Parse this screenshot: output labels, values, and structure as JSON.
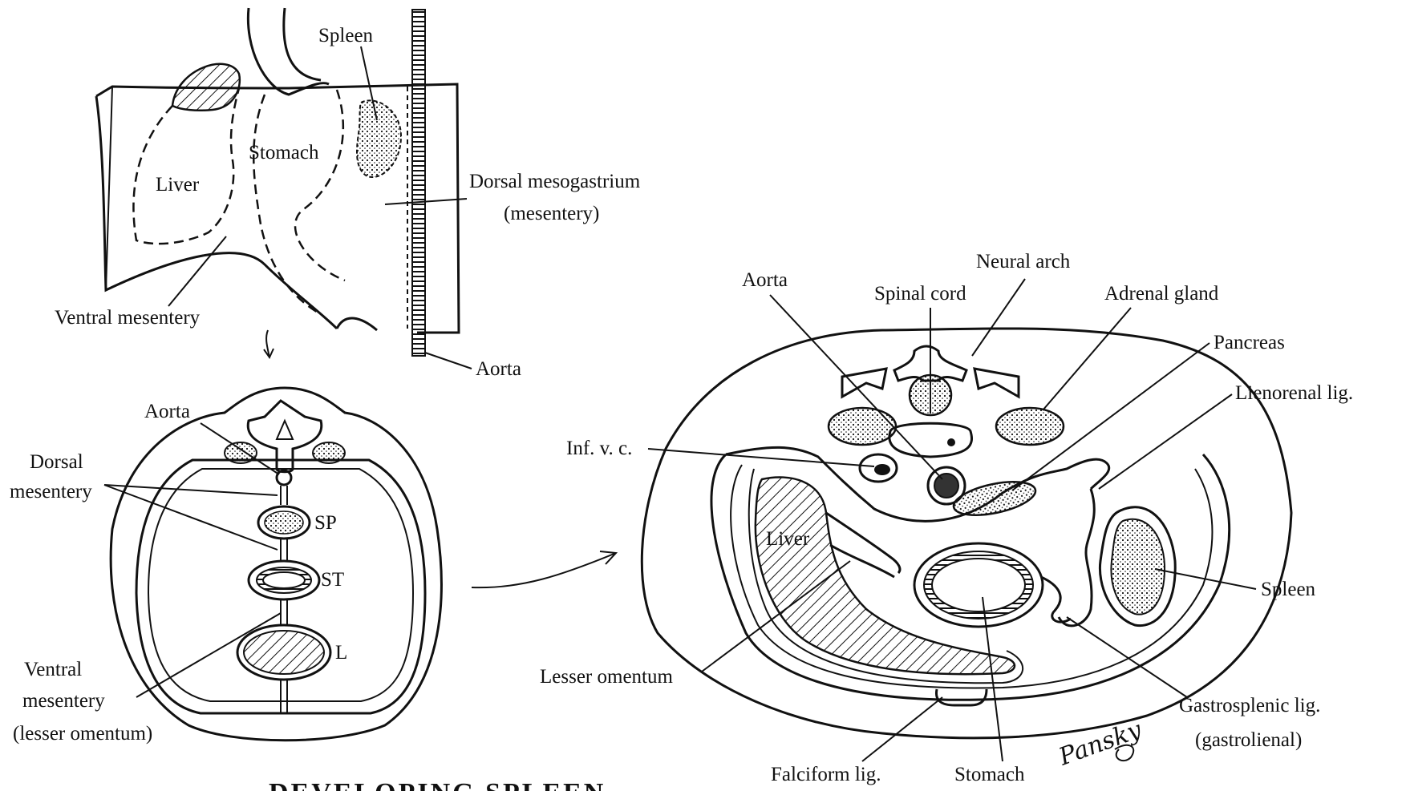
{
  "top_diagram": {
    "labels": {
      "spleen": "Spleen",
      "stomach": "Stomach",
      "liver": "Liver",
      "dorsal_mesogastrium": "Dorsal mesogastrium",
      "mesentery_paren": "(mesentery)",
      "ventral_mesentery": "Ventral mesentery",
      "aorta": "Aorta"
    }
  },
  "left_section": {
    "labels": {
      "aorta": "Aorta",
      "dorsal": "Dorsal",
      "mesentery": "mesentery",
      "sp": "SP",
      "st": "ST",
      "l": "L",
      "ventral": "Ventral",
      "mesentery2": "mesentery",
      "lesser_omentum_paren": "(lesser omentum)"
    }
  },
  "right_section": {
    "labels": {
      "neural_arch": "Neural arch",
      "aorta": "Aorta",
      "spinal_cord": "Spinal cord",
      "adrenal_gland": "Adrenal gland",
      "pancreas": "Pancreas",
      "lienorenal_lig": "Lienorenal lig.",
      "inf_vc": "Inf. v. c.",
      "liver": "Liver",
      "spleen": "Spleen",
      "lesser_omentum": "Lesser omentum",
      "gastrosplenic_lig": "Gastrosplenic lig.",
      "gastrolienal_paren": "(gastrolienal)",
      "falciform_lig": "Falciform lig.",
      "stomach": "Stomach"
    }
  },
  "title": "DEVELOPING SPLEEN",
  "signature": "Pansky"
}
